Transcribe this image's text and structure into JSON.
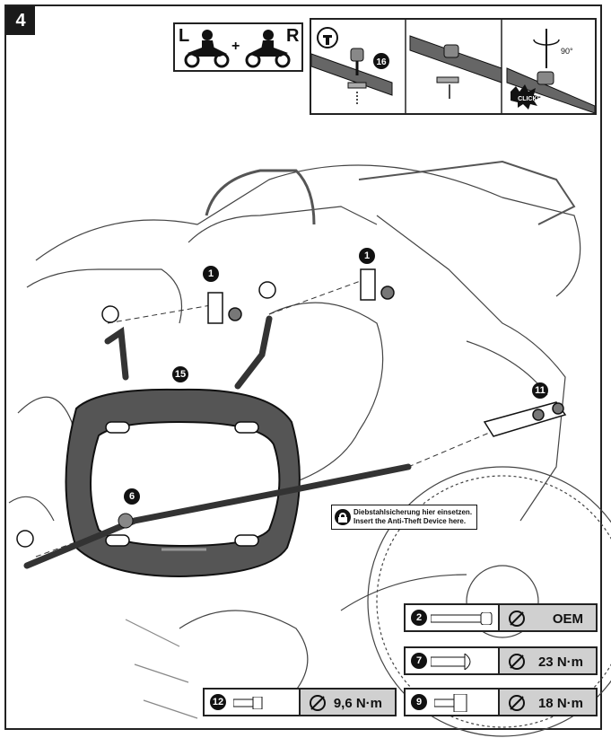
{
  "step": {
    "number": "4"
  },
  "orientation": {
    "left_letter": "L",
    "plus": "+",
    "right_letter": "R"
  },
  "sequence": {
    "part_badge": "16",
    "click_label": "CLICK!",
    "angle_label": "90°"
  },
  "callouts": [
    {
      "id": "part-1-left",
      "label": "1"
    },
    {
      "id": "part-1-right",
      "label": "1"
    },
    {
      "id": "part-15",
      "label": "15"
    },
    {
      "id": "part-6",
      "label": "6"
    },
    {
      "id": "part-11",
      "label": "11"
    }
  ],
  "anti_theft_note": {
    "line_de": "Diebstahlsicherung hier einsetzen.",
    "line_en": "Insert the Anti-Theft Device here."
  },
  "specs": [
    {
      "id": "spec-2",
      "part": "2",
      "value": "OEM"
    },
    {
      "id": "spec-7",
      "part": "7",
      "value": "23 N·m"
    },
    {
      "id": "spec-12",
      "part": "12",
      "value": "9,6 N·m"
    },
    {
      "id": "spec-9",
      "part": "9",
      "value": "18 N·m"
    }
  ]
}
